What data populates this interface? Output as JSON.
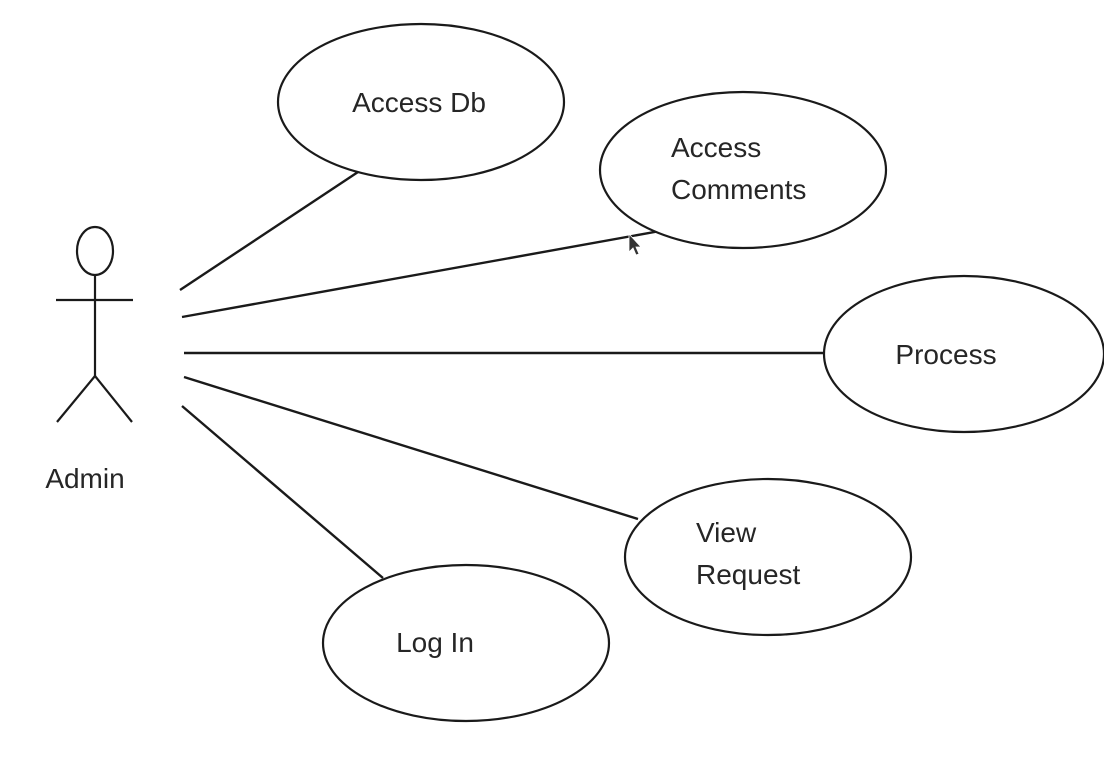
{
  "diagram": {
    "type": "use-case",
    "actor": {
      "name": "Admin"
    },
    "use_cases": [
      {
        "id": "access-db",
        "lines": [
          "Access Db"
        ]
      },
      {
        "id": "access-comments",
        "lines": [
          "Access",
          "Comments"
        ]
      },
      {
        "id": "process",
        "lines": [
          "Process"
        ]
      },
      {
        "id": "view-request",
        "lines": [
          "View",
          "Request"
        ]
      },
      {
        "id": "log-in",
        "lines": [
          "Log In"
        ]
      }
    ],
    "associations": [
      {
        "from": "actor",
        "to": "access-db"
      },
      {
        "from": "actor",
        "to": "access-comments"
      },
      {
        "from": "actor",
        "to": "process"
      },
      {
        "from": "actor",
        "to": "view-request"
      },
      {
        "from": "actor",
        "to": "log-in"
      }
    ],
    "icons": {
      "cursor": "mouse-pointer-icon"
    }
  }
}
